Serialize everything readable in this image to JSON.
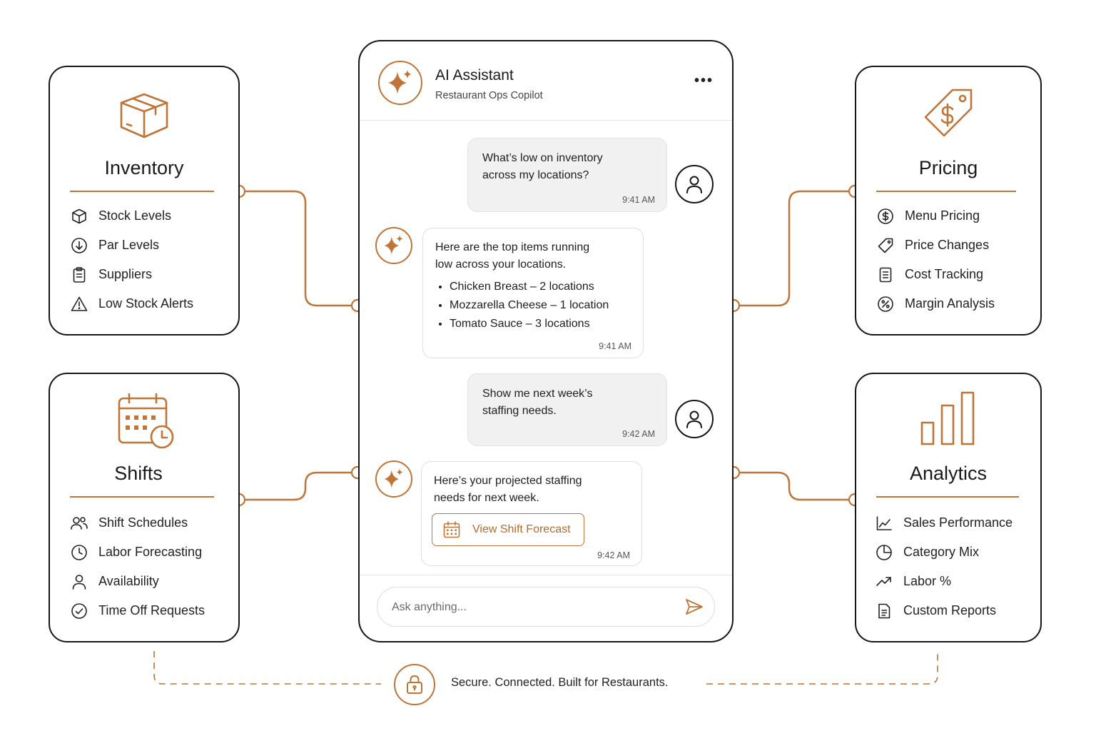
{
  "colors": {
    "accent": "#c07437",
    "border": "#161616",
    "bubble_user": "#f1f1f1"
  },
  "inventory": {
    "title": "Inventory",
    "icon": "box-icon",
    "items": [
      {
        "label": "Stock Levels",
        "icon": "cube-icon"
      },
      {
        "label": "Par Levels",
        "icon": "arrow-down-circle-icon"
      },
      {
        "label": "Suppliers",
        "icon": "clipboard-icon"
      },
      {
        "label": "Low Stock Alerts",
        "icon": "warning-icon"
      }
    ]
  },
  "shifts": {
    "title": "Shifts",
    "icon": "calendar-clock-icon",
    "items": [
      {
        "label": "Shift Schedules",
        "icon": "users-icon"
      },
      {
        "label": "Labor Forecasting",
        "icon": "clock-icon"
      },
      {
        "label": "Availability",
        "icon": "user-icon"
      },
      {
        "label": "Time Off Requests",
        "icon": "check-circle-icon"
      }
    ]
  },
  "pricing": {
    "title": "Pricing",
    "icon": "price-tag-icon",
    "items": [
      {
        "label": "Menu Pricing",
        "icon": "dollar-circle-icon"
      },
      {
        "label": "Price Changes",
        "icon": "tag-icon"
      },
      {
        "label": "Cost Tracking",
        "icon": "document-icon"
      },
      {
        "label": "Margin Analysis",
        "icon": "percent-circle-icon"
      }
    ]
  },
  "analytics": {
    "title": "Analytics",
    "icon": "bar-chart-icon",
    "items": [
      {
        "label": "Sales Performance",
        "icon": "line-chart-icon"
      },
      {
        "label": "Category Mix",
        "icon": "pie-chart-icon"
      },
      {
        "label": "Labor %",
        "icon": "trend-up-icon"
      },
      {
        "label": "Custom Reports",
        "icon": "report-icon"
      }
    ]
  },
  "chat": {
    "title": "AI Assistant",
    "subtitle": "Restaurant Ops Copilot",
    "more": "•••",
    "messages": [
      {
        "role": "user",
        "text_line1": "What’s low on inventory",
        "text_line2": "across my locations?",
        "time": "9:41 AM"
      },
      {
        "role": "assistant",
        "text_line1": "Here are the top items running",
        "text_line2": "low across your locations.",
        "items": [
          {
            "name": "Chicken Breast",
            "detail": " – 2 locations"
          },
          {
            "name": "Mozzarella Cheese",
            "detail": " – 1 location"
          },
          {
            "name": "Tomato Sauce",
            "detail": " – 3 locations"
          }
        ],
        "time": "9:41 AM"
      },
      {
        "role": "user",
        "text_line1": "Show me next week’s",
        "text_line2": "staffing needs.",
        "time": "9:42 AM"
      },
      {
        "role": "assistant",
        "text_line1": "Here’s your projected staffing",
        "text_line2": "needs for next week.",
        "button_label": "View Shift Forecast",
        "time": "9:42 AM"
      }
    ],
    "input_placeholder": "Ask anything..."
  },
  "footer": {
    "tagline": "Secure. Connected. Built for Restaurants."
  }
}
